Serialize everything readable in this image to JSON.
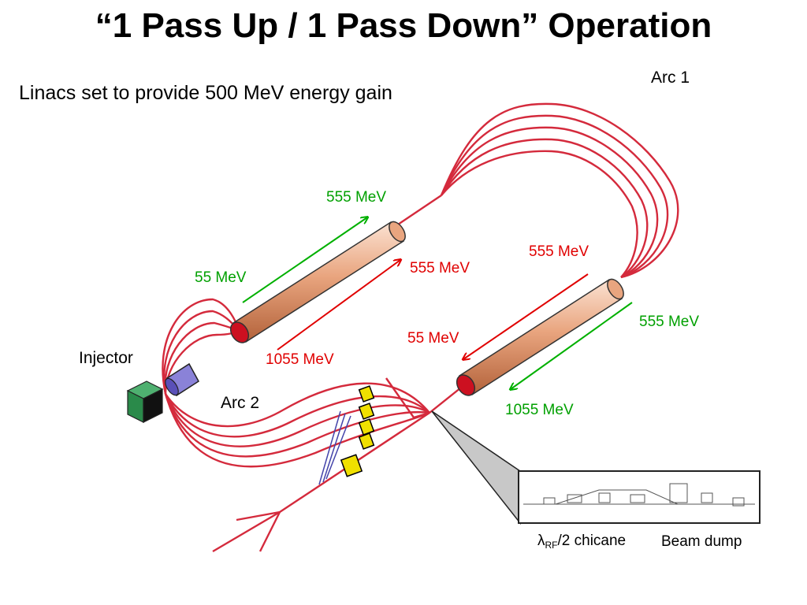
{
  "title": "“1 Pass Up / 1 Pass Down” Operation",
  "subtitle": "Linacs set to provide 500 MeV energy gain",
  "labels": {
    "arc1": "Arc 1",
    "arc2": "Arc 2",
    "injector": "Injector",
    "linac1_in_green": "55 MeV",
    "linac1_out_green": "555 MeV",
    "linac1_in_red": "555 MeV",
    "linac1_out_red": "1055 MeV",
    "linac2_in_red": "555 MeV",
    "linac2_out_red": "55 MeV",
    "linac2_in_green": "555 MeV",
    "linac2_out_green": "1055 MeV",
    "chicane_lambda": "λ",
    "chicane_sub": "RF",
    "chicane_rest": "/2 chicane",
    "beam_dump": "Beam dump"
  },
  "colors": {
    "beamline": "#d42a3c",
    "green_arrow": "#00b000",
    "red_arrow": "#e00000",
    "linac_body": "#e8a27e",
    "dipole": "#f0e000"
  }
}
